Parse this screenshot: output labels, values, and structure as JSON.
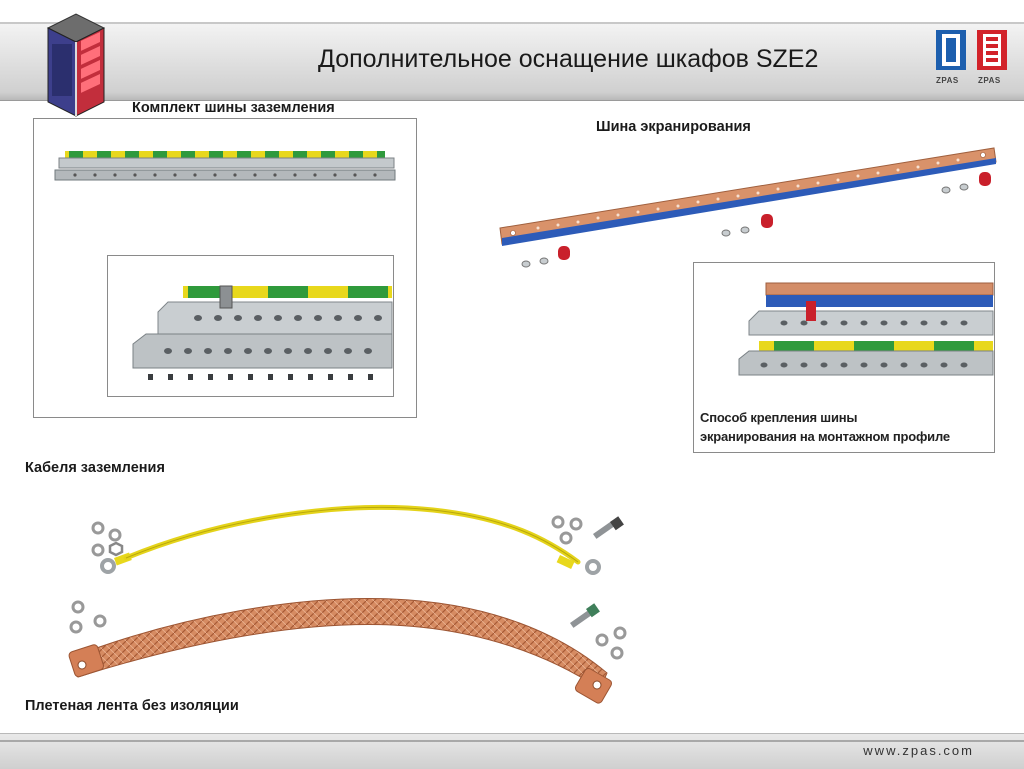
{
  "header": {
    "title": "Дополнительное оснащение шкафов SZE2",
    "logos": [
      {
        "text": "ZPAS",
        "color": "#1d5fae"
      },
      {
        "text": "ZPAS",
        "color": "#d2232a"
      }
    ]
  },
  "sections": {
    "grounding_kit": {
      "caption": "Комплект шины заземления"
    },
    "shield_bar": {
      "caption": "Шина экранирования",
      "inset_caption_line1": "Способ крепления шины",
      "inset_caption_line2": "экранирования на монтажном профиле"
    },
    "ground_cables": {
      "caption": "Кабеля заземления"
    },
    "braided_tape": {
      "caption": "Плетеная лента без изоляции"
    }
  },
  "footer": {
    "url": "www.zpas.com"
  },
  "colors": {
    "ground_yellow": "#e8d81c",
    "ground_green": "#2f9a3c",
    "copper": "#d9926a",
    "shield_blue": "#2d5bb8",
    "steel": "#b9bec2"
  }
}
